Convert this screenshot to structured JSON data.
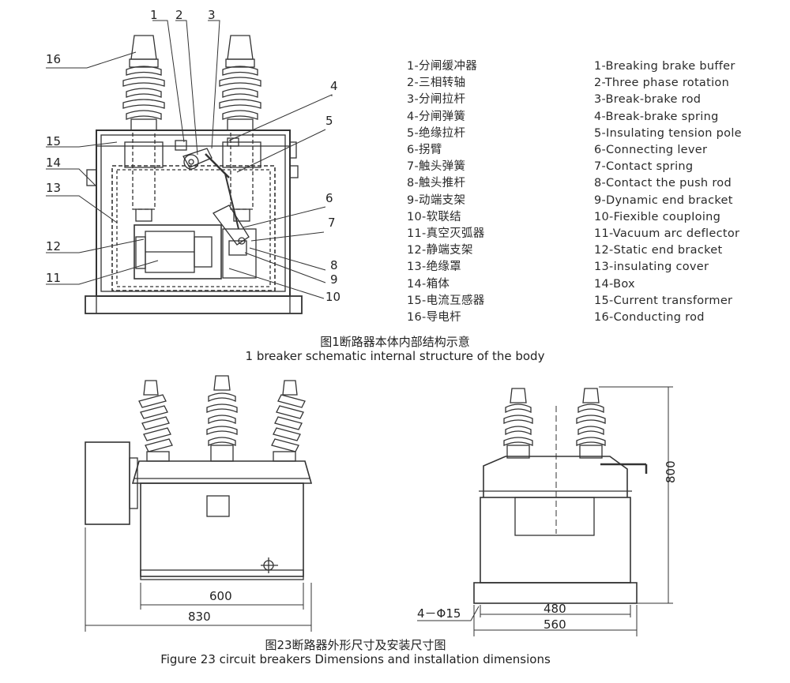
{
  "legend_cn": [
    "1-分闸缓冲器",
    "2-三相转轴",
    "3-分闸拉杆",
    "4-分闸弹簧",
    "5-绝缘拉杆",
    "6-拐臂",
    "7-触头弹簧",
    "8-触头推杆",
    "9-动端支架",
    "10-软联结",
    "11-真空灭弧器",
    "12-静端支架",
    "13-绝缘罩",
    "14-箱体",
    "15-电流互感器",
    "16-导电杆"
  ],
  "legend_en": [
    "1-Breaking brake buffer",
    "2-Three phase rotation",
    "3-Break-brake rod",
    "4-Break-brake spring",
    "5-Insulating tension pole",
    "6-Connecting lever",
    "7-Contact spring",
    "8-Contact the push rod",
    "9-Dynamic end bracket",
    "10-Fiexible coupIoing",
    "11-Vacuum arc deflector",
    "12-Static end bracket",
    "13-insulating cover",
    "14-Box",
    "15-Current transformer",
    "16-Conducting rod"
  ],
  "callouts": {
    "c1": "1",
    "c2": "2",
    "c3": "3",
    "c4": "4",
    "c5": "5",
    "c6": "6",
    "c7": "7",
    "c8": "8",
    "c9": "9",
    "c10": "10",
    "c11": "11",
    "c12": "12",
    "c13": "13",
    "c14": "14",
    "c15": "15",
    "c16": "16"
  },
  "fig1": {
    "caption_cn": "图1断路器本体内部结构示意",
    "caption_en": "1 breaker schematic internal structure of the body"
  },
  "fig23": {
    "caption_cn": "图23断路器外形尺寸及安装尺寸图",
    "caption_en": "Figure 23 circuit breakers Dimensions and installation dimensions"
  },
  "dimensions": {
    "front_inner": "600",
    "front_outer": "830",
    "side_inner": "480",
    "side_outer": "560",
    "side_height": "800",
    "mount_holes": "4－Φ15"
  }
}
